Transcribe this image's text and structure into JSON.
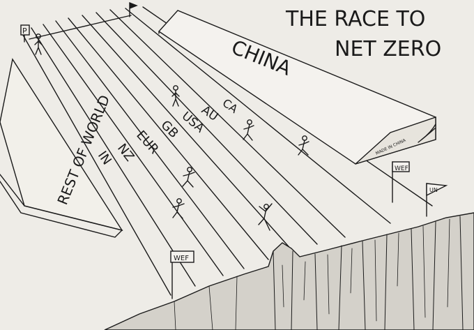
{
  "title_line1": "THE RACE TO",
  "title_line2": "NET ZERO",
  "block_china": "CHINA",
  "block_rest_of_world": "REST OF WORLD",
  "lane_labels": [
    "CA",
    "AU",
    "USA",
    "GB",
    "EUR",
    "NZ",
    "IN"
  ],
  "made_in_china": "MADE IN CHINA",
  "flag_wef_top": "WEF",
  "flag_un": "UN",
  "flag_wef_bottom": "WEF",
  "start_flag": "P",
  "colors": {
    "paper": "#eeece7",
    "ink": "#1a1a1a",
    "cliff": "#cfccc5"
  }
}
